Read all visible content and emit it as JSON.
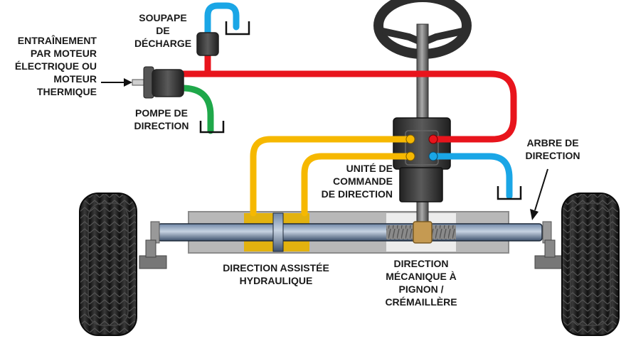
{
  "labels": {
    "engine_drive": [
      "ENTRAÎNEMENT",
      "PAR MOTEUR",
      "ÉLECTRIQUE OU",
      "MOTEUR",
      "THERMIQUE"
    ],
    "relief_valve": [
      "SOUPAPE",
      "DE",
      "DÉCHARGE"
    ],
    "steering_pump": [
      "POMPE DE",
      "DIRECTION"
    ],
    "control_unit": [
      "UNITÉ DE",
      "COMMANDE",
      "DE DIRECTION"
    ],
    "steering_shaft": [
      "ARBRE DE",
      "DIRECTION"
    ],
    "hydraulic_assist": [
      "DIRECTION ASSISTÉE",
      "HYDRAULIQUE"
    ],
    "rack_pinion": [
      "DIRECTION",
      "MÉCANIQUE À",
      "PIGNON /",
      "CRÉMAILLÈRE"
    ]
  },
  "colors": {
    "pressure_line": "#e8141c",
    "return_line": "#1aa6e6",
    "suction_line": "#1fa84a",
    "cylinder_line": "#f6b800",
    "housing": "#b8b8b8",
    "rack_chamber": "#e2b20f",
    "component_dark": "#3d3d3d",
    "tire": "#2a2a2a"
  }
}
